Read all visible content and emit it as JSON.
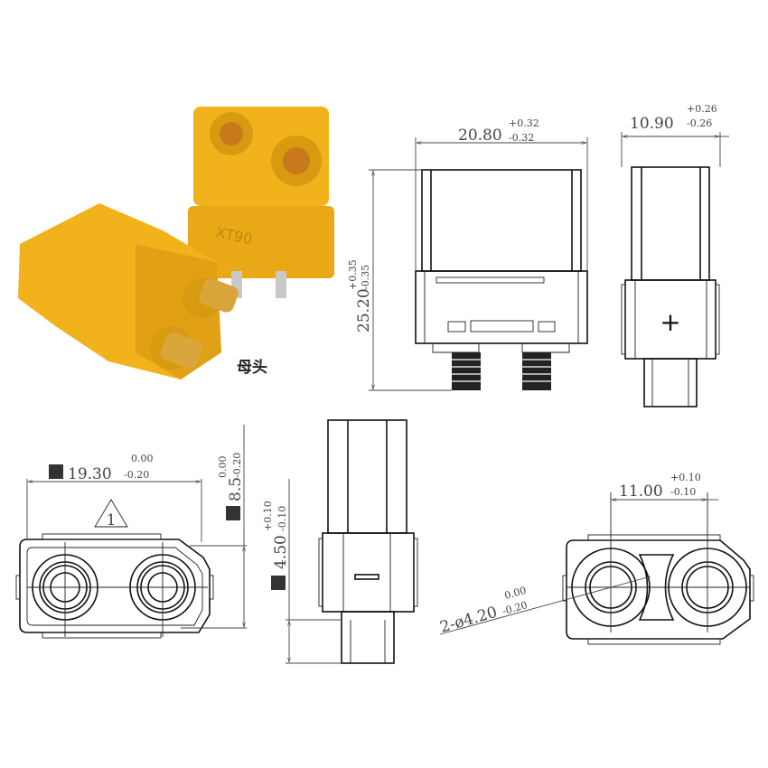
{
  "photo": {
    "caption": "母头",
    "body_color": "#F2B21B",
    "shade_color": "#D89A10",
    "pin_color": "#D8A63A",
    "marking": "XT90"
  },
  "front_view": {
    "width": {
      "value": "20.80",
      "upper": "+0.32",
      "lower": "-0.32"
    },
    "height": {
      "value": "25.20",
      "upper": "+0.35",
      "lower": "-0.35"
    }
  },
  "side_view": {
    "width": {
      "value": "10.90",
      "upper": "+0.26",
      "lower": "-0.26"
    },
    "polarity_mark": "+"
  },
  "bottom_left_view": {
    "width": {
      "value": "19.30",
      "upper": "0.00",
      "lower": "-0.20"
    },
    "height": {
      "value": "8.5",
      "upper": "0.00",
      "lower": "-0.20"
    },
    "note_number": "1"
  },
  "bottom_middle_view": {
    "pin_length": {
      "value": "4.50",
      "upper": "+0.10",
      "lower": "-0.10"
    },
    "polarity_mark": "−"
  },
  "bottom_right_view": {
    "pitch": {
      "value": "11.00",
      "upper": "+0.10",
      "lower": "-0.10"
    },
    "hole": {
      "value": "2-ø4.20",
      "upper": "0.00",
      "lower": "-0.20"
    }
  }
}
